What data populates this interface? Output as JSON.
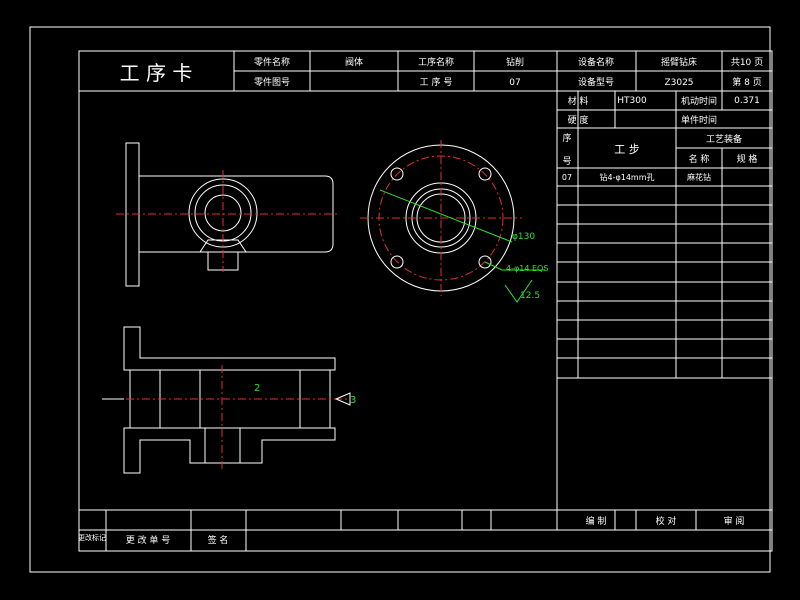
{
  "header": {
    "title": "工 序 卡",
    "part_name_label": "零件名称",
    "part_name": "阀体",
    "part_no_label": "零件图号",
    "op_name_label": "工序名称",
    "op_name": "钻削",
    "op_no_label": "工  序  号",
    "op_no": "07",
    "equip_name_label": "设备名称",
    "equip_name": "摇臂钻床",
    "equip_model_label": "设备型号",
    "equip_model": "Z3025",
    "total_pages": "共10 页",
    "page_no": "第 8 页"
  },
  "spec": {
    "material_label": "材  料",
    "material": "HT300",
    "machine_time_label": "机动时间",
    "machine_time": "0.371",
    "hardness_label": "硬  度",
    "unit_time_label": "单件时间"
  },
  "steps": {
    "seq_label_top": "序",
    "seq_label_bottom": "号",
    "step_label": "工  步",
    "equip_label": "工艺装备",
    "name_label": "名 称",
    "spec_label": "规 格",
    "rows": [
      {
        "seq": "07",
        "step": "钻4-φ14mm孔",
        "tool": "麻花钻",
        "spec": ""
      }
    ]
  },
  "footer": {
    "change_mark": "更改标记",
    "change_no": "更 改 单 号",
    "signature": "签 名",
    "compiled": "编    制",
    "proofread": "校  对",
    "reviewed": "审  阅"
  },
  "drawing": {
    "dim_diameter": "φ130",
    "dim_holes": "4-φ14 EQS",
    "dim_roughness": "12.5",
    "label_2": "2",
    "label_3": "3"
  }
}
